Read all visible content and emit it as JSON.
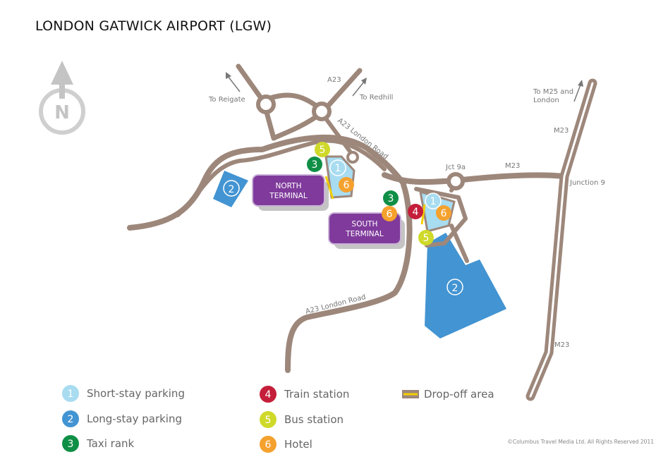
{
  "title": "LONDON GATWICK AIRPORT (LGW)",
  "compass_letter": "N",
  "colors": {
    "road": "#9d877b",
    "road_inner": "#ffffff",
    "short_stay": "#a8dcf0",
    "long_stay": "#4394d2",
    "taxi": "#0f8f46",
    "train": "#c41e3a",
    "bus": "#cfd92a",
    "hotel": "#f5a12e",
    "terminal": "#7f3a9b",
    "dropoff": "#f5d000",
    "compass": "#cfcfcf"
  },
  "road_labels": {
    "a23_top": "A23",
    "to_reigate": "To Reigate",
    "to_redhill": "To Redhill",
    "a23_london_road_top": "A23 London Road",
    "jct_9a": "Jct 9a",
    "m23_east": "M23",
    "to_m25_line1": "To M25 and",
    "to_m25_line2": "London",
    "m23_upper": "M23",
    "junction_9": "Junction 9",
    "m23_lower": "M23",
    "a23_london_road_bottom": "A23 London Road"
  },
  "terminals": {
    "north_line1": "NORTH",
    "north_line2": "TERMINAL",
    "south_line1": "SOUTH",
    "south_line2": "TERMINAL"
  },
  "markers": {
    "short_stay": "1",
    "long_stay": "2",
    "taxi": "3",
    "train": "4",
    "bus": "5",
    "hotel": "6"
  },
  "legend": {
    "short_stay": {
      "number": "1",
      "label": "Short-stay parking"
    },
    "long_stay": {
      "number": "2",
      "label": "Long-stay parking"
    },
    "taxi": {
      "number": "3",
      "label": "Taxi rank"
    },
    "train": {
      "number": "4",
      "label": "Train station"
    },
    "bus": {
      "number": "5",
      "label": "Bus station"
    },
    "hotel": {
      "number": "6",
      "label": "Hotel"
    },
    "dropoff": {
      "label": "Drop-off area"
    }
  },
  "copyright": "©Columbus Travel Media Ltd. All Rights Reserved 2011"
}
